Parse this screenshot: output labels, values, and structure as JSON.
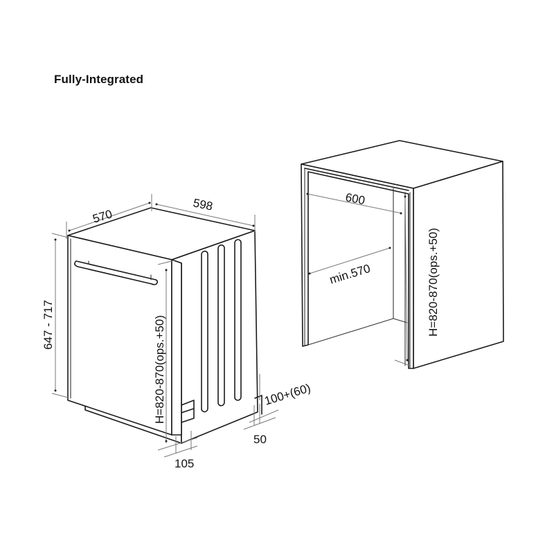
{
  "title": "Fully-Integrated",
  "appliance": {
    "label": "dishwasher",
    "dimensions": {
      "depth": "570",
      "width": "598",
      "door_height": "647 - 717",
      "niche_height": "H=820-870(ops.+50)",
      "plinth_depth": "105",
      "rear_gap": "50",
      "plinth_height": "100+(60)"
    }
  },
  "cabinet": {
    "label": "installation-niche",
    "dimensions": {
      "width": "600",
      "depth": "min.570",
      "height": "H=820-870(ops.+50)"
    }
  },
  "colors": {
    "line": "#1a1a1a",
    "dimension_line": "#777777",
    "background": "#ffffff"
  }
}
